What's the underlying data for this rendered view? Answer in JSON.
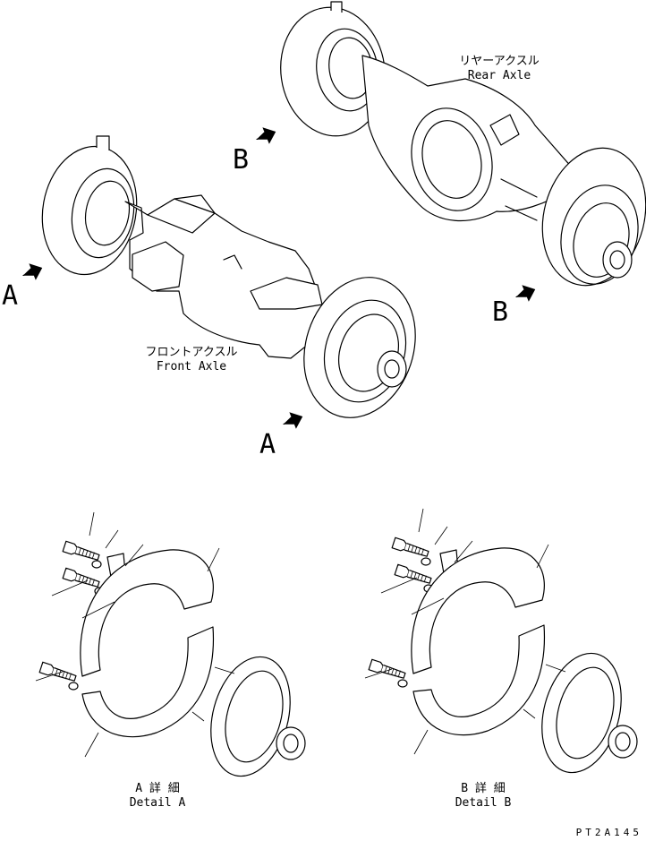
{
  "labels": {
    "rear_axle_jp": "リヤーアクスル",
    "rear_axle_en": "Rear Axle",
    "front_axle_jp": "フロントアクスル",
    "front_axle_en": "Front Axle",
    "view_a": "A",
    "view_b": "B",
    "detail_a_jp": "A 詳 細",
    "detail_a_en": "Detail A",
    "detail_b_jp": "B 詳 細",
    "detail_b_en": "Detail B",
    "drawing_code": "PT2A145"
  },
  "icons": {
    "view_arrow": "arrow-icon"
  }
}
